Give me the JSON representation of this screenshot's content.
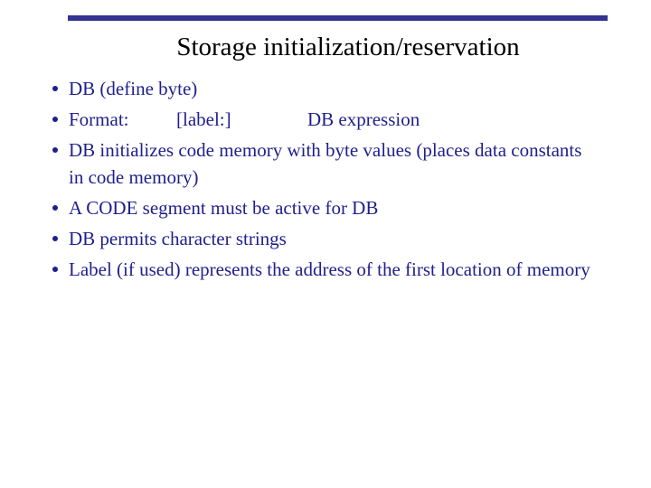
{
  "slide": {
    "title": "Storage initialization/reservation",
    "colors": {
      "top_rule": "#333390",
      "title_text": "#000000",
      "body_text": "#1F1F8C",
      "background": "#ffffff"
    },
    "bullets": [
      {
        "text": "DB (define byte)"
      },
      {
        "parts": [
          "Format:",
          "[label:]",
          "DB expression"
        ]
      },
      {
        "text": "DB initializes code memory with byte values (places data constants in code memory)"
      },
      {
        "text": "A CODE segment must be active for DB"
      },
      {
        "text": "DB permits character strings"
      },
      {
        "text": "Label (if used) represents the address of the first location of memory"
      }
    ]
  }
}
